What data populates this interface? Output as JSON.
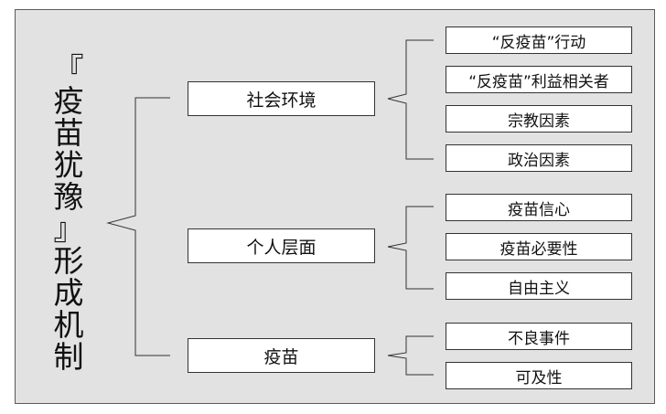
{
  "title": {
    "chars": [
      "『",
      "疫",
      "苗",
      "犹",
      "豫",
      "』",
      "形",
      "成",
      "机",
      "制"
    ]
  },
  "categories": [
    {
      "label": "社会环境",
      "items": [
        "“反疫苗”行动",
        "“反疫苗”利益相关者",
        "宗教因素",
        "政治因素"
      ]
    },
    {
      "label": "个人层面",
      "items": [
        "疫苗信心",
        "疫苗必要性",
        "自由主义"
      ]
    },
    {
      "label": "疫苗",
      "items": [
        "不良事件",
        "可及性"
      ]
    }
  ]
}
